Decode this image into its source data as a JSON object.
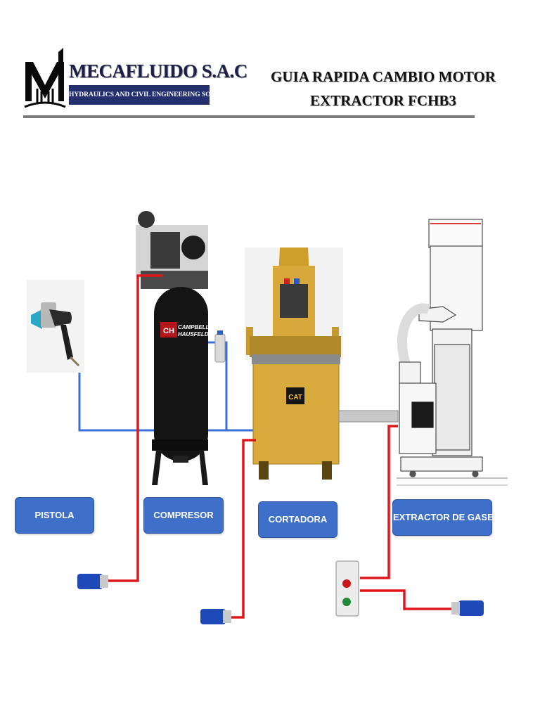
{
  "header": {
    "company_name": "MECAFLUIDO S.A.C",
    "tagline": "HYDRAULICS AND CIVIL ENGINEERING SOLUTIONS",
    "title_line1": "GUIA RAPIDA CAMBIO MOTOR",
    "title_line2": "EXTRACTOR FCHB3"
  },
  "devices": {
    "pistola": {
      "label": "PISTOLA"
    },
    "compresor": {
      "label": "COMPRESOR",
      "brand_line1": "CAMPBELL",
      "brand_line2": "HAUSFELD",
      "brand_logo": "CH"
    },
    "cortadora": {
      "label": "CORTADORA",
      "brand": "CAT"
    },
    "extractor": {
      "label": "EXTRACTOR DE GASES"
    }
  },
  "colors": {
    "label_bg": "#3e6fc9",
    "electric_line": "#e0161b",
    "air_line": "#3a6fd8",
    "machine_yellow": "#d7ad38",
    "header_blue": "#24306e"
  },
  "icons": {
    "logo": "mecafluido-logo-mark",
    "plug": "industrial-plug-icon",
    "switch": "start-stop-switch-box"
  }
}
